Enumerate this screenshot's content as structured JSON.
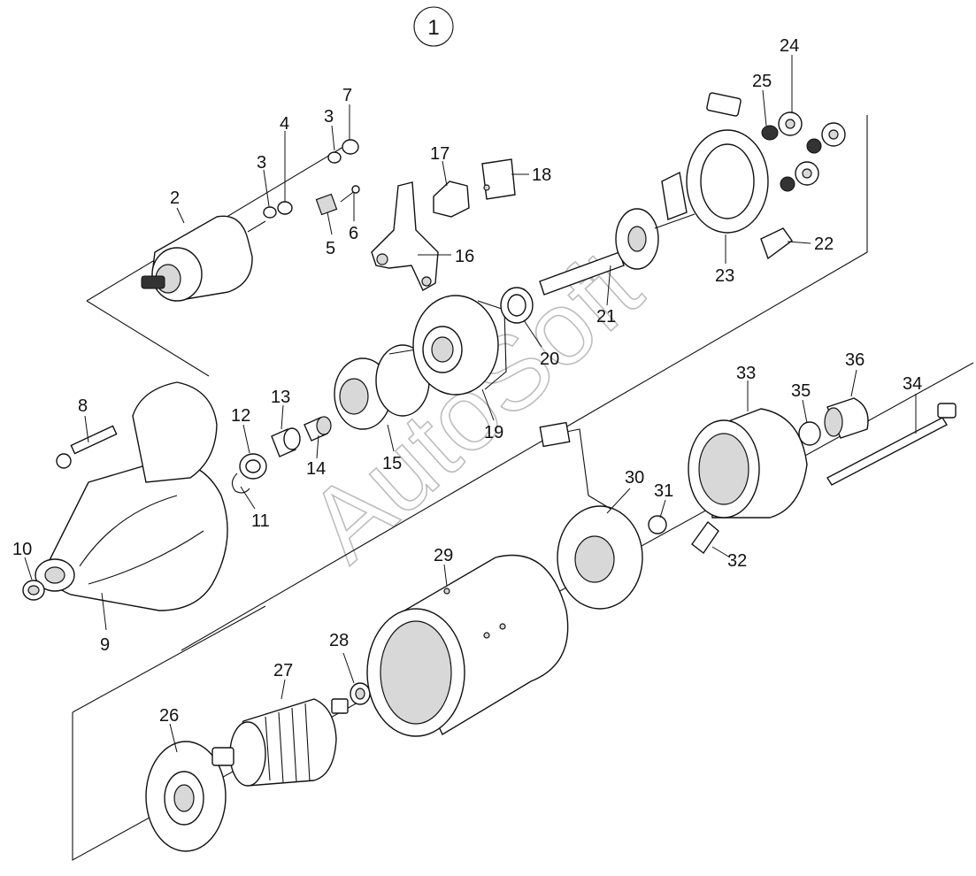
{
  "diagram": {
    "group_label": "1",
    "watermark": "AutoSoft",
    "callouts": [
      "2",
      "3",
      "3",
      "4",
      "5",
      "6",
      "7",
      "8",
      "9",
      "10",
      "11",
      "12",
      "13",
      "14",
      "15",
      "16",
      "17",
      "18",
      "19",
      "20",
      "21",
      "22",
      "23",
      "24",
      "25",
      "26",
      "27",
      "28",
      "29",
      "30",
      "31",
      "32",
      "33",
      "34",
      "35",
      "36"
    ]
  }
}
